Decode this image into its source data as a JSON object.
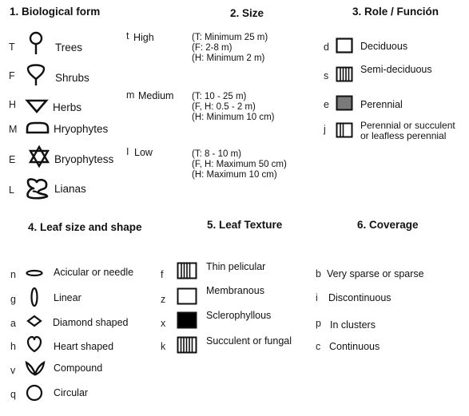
{
  "sections": {
    "bio_form": {
      "title": "1. Biological form",
      "items": [
        {
          "code": "T",
          "label": "Trees",
          "icon": "tree-icon"
        },
        {
          "code": "F",
          "label": "Shrubs",
          "icon": "shrub-icon"
        },
        {
          "code": "H",
          "label": "Herbs",
          "icon": "herb-icon"
        },
        {
          "code": "M",
          "label": "Hryophytes",
          "icon": "hryophyte-icon"
        },
        {
          "code": "E",
          "label": "Bryophytess",
          "icon": "bryophyte-star-icon"
        },
        {
          "code": "L",
          "label": "Lianas",
          "icon": "liana-icon"
        }
      ]
    },
    "size": {
      "title": "2. Size",
      "items": [
        {
          "code": "t",
          "label": "High",
          "notes": [
            "(T:  Minimum  25 m)",
            "(F: 2-8 m)",
            "(H:  Minimum 2 m)"
          ]
        },
        {
          "code": "m",
          "label": "Medium",
          "notes": [
            "(T:  10 - 25 m)",
            "(F, H: 0.5 - 2 m)",
            "(H:  Minimum 10 cm)"
          ]
        },
        {
          "code": "I",
          "label": "Low",
          "notes": [
            "(T:  8 - 10 m)",
            "(F, H:  Maximum 50 cm)",
            "(H:   Maximum 10 cm)"
          ]
        }
      ]
    },
    "role": {
      "title": "3. Role / Función",
      "items": [
        {
          "code": "d",
          "label": "Deciduous",
          "icon": "empty-square-icon"
        },
        {
          "code": "s",
          "label": "Semi-deciduous",
          "icon": "striped-square-icon"
        },
        {
          "code": "e",
          "label": "Perennial",
          "icon": "gray-square-icon"
        },
        {
          "code": "j",
          "label": "Perennial or succulent",
          "label2": "or leafless perennial",
          "icon": "half-striped-square-icon"
        }
      ]
    },
    "leaf_shape": {
      "title": "4. Leaf size and shape",
      "items": [
        {
          "code": "n",
          "label": "Acicular or needle",
          "icon": "needle-leaf-icon"
        },
        {
          "code": "g",
          "label": "Linear",
          "icon": "linear-leaf-icon"
        },
        {
          "code": "a",
          "label": "Diamond shaped",
          "icon": "diamond-leaf-icon"
        },
        {
          "code": "h",
          "label": "Heart shaped",
          "icon": "heart-leaf-icon"
        },
        {
          "code": "v",
          "label": "Compound",
          "icon": "compound-leaf-icon"
        },
        {
          "code": "q",
          "label": "Circular",
          "icon": "circle-leaf-icon"
        }
      ]
    },
    "leaf_texture": {
      "title": "5. Leaf Texture",
      "items": [
        {
          "code": "f",
          "label": "Thin pelicular",
          "icon": "striped-square-icon"
        },
        {
          "code": "z",
          "label": "Membranous",
          "icon": "empty-square-icon"
        },
        {
          "code": "x",
          "label": "Sclerophyllous",
          "icon": "black-square-icon"
        },
        {
          "code": "k",
          "label": "Succulent or fungal",
          "icon": "dense-striped-square-icon"
        }
      ]
    },
    "coverage": {
      "title": "6. Coverage",
      "items": [
        {
          "code": "b",
          "label": "Very sparse or sparse"
        },
        {
          "code": "i",
          "label": "Discontinuous"
        },
        {
          "code": "p",
          "label": "In clusters"
        },
        {
          "code": "c",
          "label": "Continuous"
        }
      ]
    }
  }
}
